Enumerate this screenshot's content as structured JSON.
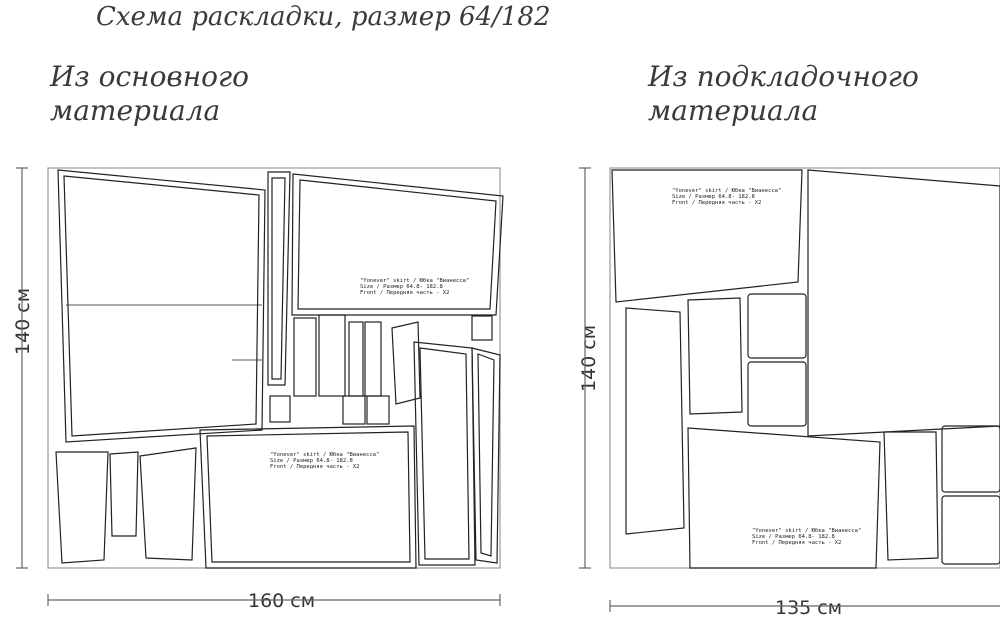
{
  "title": "Схема раскладки, размер 64/182",
  "panels": [
    {
      "heading_line1": "Из основного",
      "heading_line2": "материала",
      "width_label": "160 см",
      "height_label": "140 см"
    },
    {
      "heading_line1": "Из подкладочного",
      "heading_line2": "материала",
      "width_label": "135 см",
      "height_label": "140 см"
    }
  ],
  "piece_label": {
    "line1": "\"Yonever\" skirt / Юбка \"Вианесса\"",
    "line2": "Size / Размер 64.8- 182.8",
    "line3": "Front / Передняя часть - X2"
  },
  "colors": {
    "line": "#222222",
    "text": "#333333"
  }
}
